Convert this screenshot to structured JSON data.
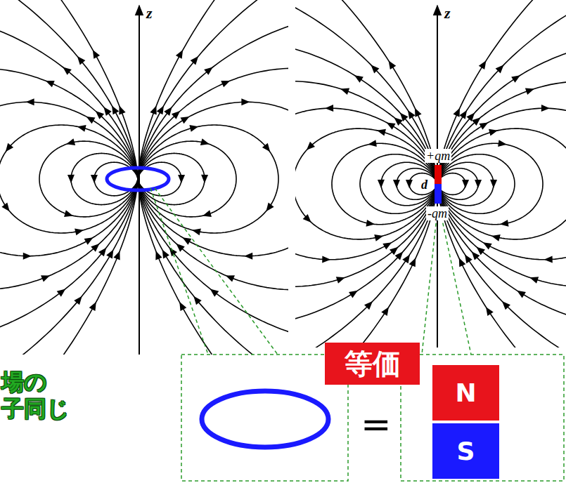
{
  "diagram": {
    "nodes": [
      {
        "text": [
          "等価"
        ]
      },
      {
        "text": [
          "N"
        ]
      },
      {
        "text": [
          "S"
        ]
      }
    ],
    "labels": [
      "z",
      "z",
      "+qm",
      "d",
      "-qm",
      "=",
      "場の",
      "子同じ"
    ]
  }
}
